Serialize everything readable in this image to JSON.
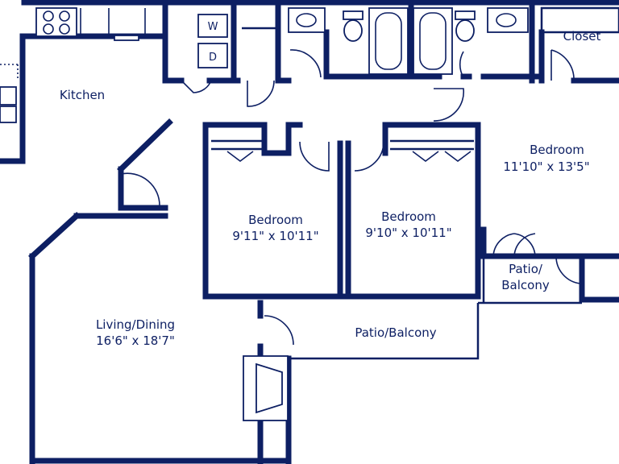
{
  "rooms": {
    "kitchen": {
      "name": "Kitchen"
    },
    "closet": {
      "name": "Closet"
    },
    "bedroom_left": {
      "name": "Bedroom",
      "size": "9'11\" x 10'11\""
    },
    "bedroom_mid": {
      "name": "Bedroom",
      "size": "9'10\" x 10'11\""
    },
    "bedroom_right": {
      "name": "Bedroom",
      "size": "11'10\" x 13'5\""
    },
    "patio_small": {
      "line1": "Patio/",
      "line2": "Balcony"
    },
    "patio_main": {
      "name": "Patio/Balcony"
    },
    "living": {
      "name": "Living/Dining",
      "size": "16'6\" x 18'7\""
    }
  },
  "laundry": {
    "washer": "W",
    "dryer": "D"
  },
  "colors": {
    "wall": "#0d1f63",
    "background": "#ffffff"
  }
}
